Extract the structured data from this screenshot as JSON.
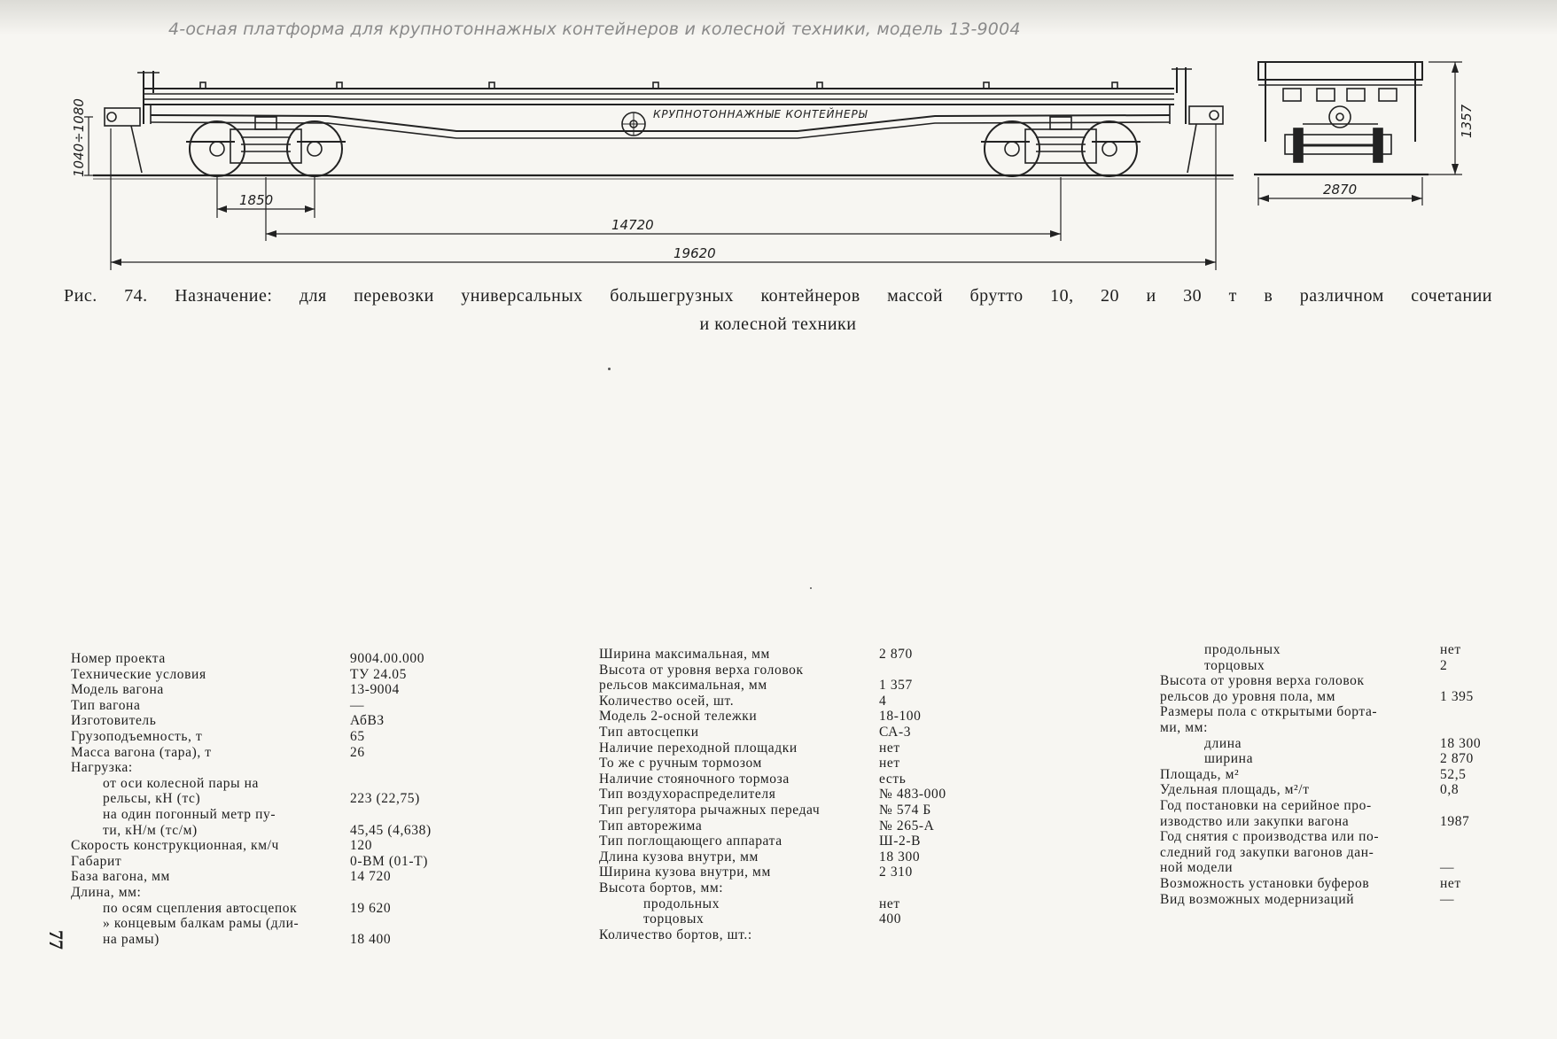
{
  "drawing": {
    "title": "4-осная платформа для крупнотоннажных контейнеров и колесной техники, модель 13-9004",
    "side_label": "КРУПНОТОННАЖНЫЕ КОНТЕЙНЕРЫ",
    "dims": {
      "height": "1040÷1080",
      "bogie_base": "1850",
      "wagon_base": "14720",
      "length": "19620",
      "end_height": "1357",
      "end_width": "2870"
    }
  },
  "caption": {
    "line1": "Рис. 74. Назначение: для перевозки универсальных большегрузных контейнеров массой брутто 10, 20 и 30 т в различном сочетании",
    "line2": "и колесной техники"
  },
  "page_number": "77",
  "columns": {
    "col1": [
      {
        "k": "Номер проекта",
        "v": "9004.00.000"
      },
      {
        "k": "Технические условия",
        "v": "ТУ 24.05"
      },
      {
        "k": "Модель вагона",
        "v": "13-9004"
      },
      {
        "k": "Тип вагона",
        "v": "—"
      },
      {
        "k": "Изготовитель",
        "v": "АбВЗ"
      },
      {
        "k": "Грузоподъемность, т",
        "v": "65"
      },
      {
        "k": "Масса вагона (тара), т",
        "v": "26"
      },
      {
        "k": "Нагрузка:",
        "v": ""
      },
      {
        "k": "от оси колесной пары на",
        "v": "",
        "indent": 1
      },
      {
        "k": "рельсы, кН (тс)",
        "v": "223 (22,75)",
        "indent": 1
      },
      {
        "k": "на один погонный метр пу-",
        "v": "",
        "indent": 1
      },
      {
        "k": "ти, кН/м (тс/м)",
        "v": "45,45 (4,638)",
        "indent": 1
      },
      {
        "k": "Скорость конструкционная, км/ч",
        "v": "120"
      },
      {
        "k": "Габарит",
        "v": "0-ВМ (01-Т)"
      },
      {
        "k": "База вагона, мм",
        "v": "14 720"
      },
      {
        "k": "Длина, мм:",
        "v": ""
      },
      {
        "k": "по осям сцепления автосцепок",
        "v": "19 620",
        "indent": 1
      },
      {
        "k": "» концевым балкам рамы (дли-",
        "v": "",
        "indent": 1
      },
      {
        "k": "на рамы)",
        "v": "18 400",
        "indent": 1
      }
    ],
    "col2": [
      {
        "k": "Ширина максимальная, мм",
        "v": "2 870"
      },
      {
        "k": "Высота от уровня верха головок",
        "v": ""
      },
      {
        "k": "рельсов максимальная, мм",
        "v": "1 357"
      },
      {
        "k": "Количество осей, шт.",
        "v": "4"
      },
      {
        "k": "Модель 2-осной тележки",
        "v": "18-100"
      },
      {
        "k": "Тип автосцепки",
        "v": "СА-3"
      },
      {
        "k": "Наличие переходной площадки",
        "v": "нет"
      },
      {
        "k": "То же с ручным тормозом",
        "v": "нет"
      },
      {
        "k": "Наличие стояночного тормоза",
        "v": "есть"
      },
      {
        "k": "Тип воздухораспределителя",
        "v": "№ 483-000"
      },
      {
        "k": "Тип регулятора рычажных передач",
        "v": "№ 574 Б"
      },
      {
        "k": "Тип авторежима",
        "v": "№ 265-А"
      },
      {
        "k": "Тип поглощающего аппарата",
        "v": "Ш-2-В"
      },
      {
        "k": "Длина кузова внутри, мм",
        "v": "18 300"
      },
      {
        "k": "Ширина кузова внутри, мм",
        "v": "2 310"
      },
      {
        "k": "Высота бортов, мм:",
        "v": ""
      },
      {
        "k": "продольных",
        "v": "нет",
        "indent": 2
      },
      {
        "k": "торцовых",
        "v": "400",
        "indent": 2
      },
      {
        "k": "Количество бортов, шт.:",
        "v": ""
      }
    ],
    "col3": [
      {
        "k": "продольных",
        "v": "нет",
        "indent": 2
      },
      {
        "k": "торцовых",
        "v": "2",
        "indent": 2
      },
      {
        "k": "Высота от уровня верха головок",
        "v": ""
      },
      {
        "k": "рельсов до уровня пола, мм",
        "v": "1 395"
      },
      {
        "k": "Размеры пола с открытыми борта-",
        "v": ""
      },
      {
        "k": "ми, мм:",
        "v": ""
      },
      {
        "k": "длина",
        "v": "18 300",
        "indent": 2
      },
      {
        "k": "ширина",
        "v": "2 870",
        "indent": 2
      },
      {
        "k": "Площадь, м²",
        "v": "52,5"
      },
      {
        "k": "Удельная площадь, м²/т",
        "v": "0,8"
      },
      {
        "k": "Год постановки на серийное про-",
        "v": ""
      },
      {
        "k": "изводство или закупки вагона",
        "v": "1987"
      },
      {
        "k": "Год снятия с производства или по-",
        "v": ""
      },
      {
        "k": "следний год закупки вагонов дан-",
        "v": ""
      },
      {
        "k": "ной модели",
        "v": "—"
      },
      {
        "k": "Возможность установки буферов",
        "v": "нет"
      },
      {
        "k": "Вид возможных модернизаций",
        "v": "—"
      }
    ]
  }
}
